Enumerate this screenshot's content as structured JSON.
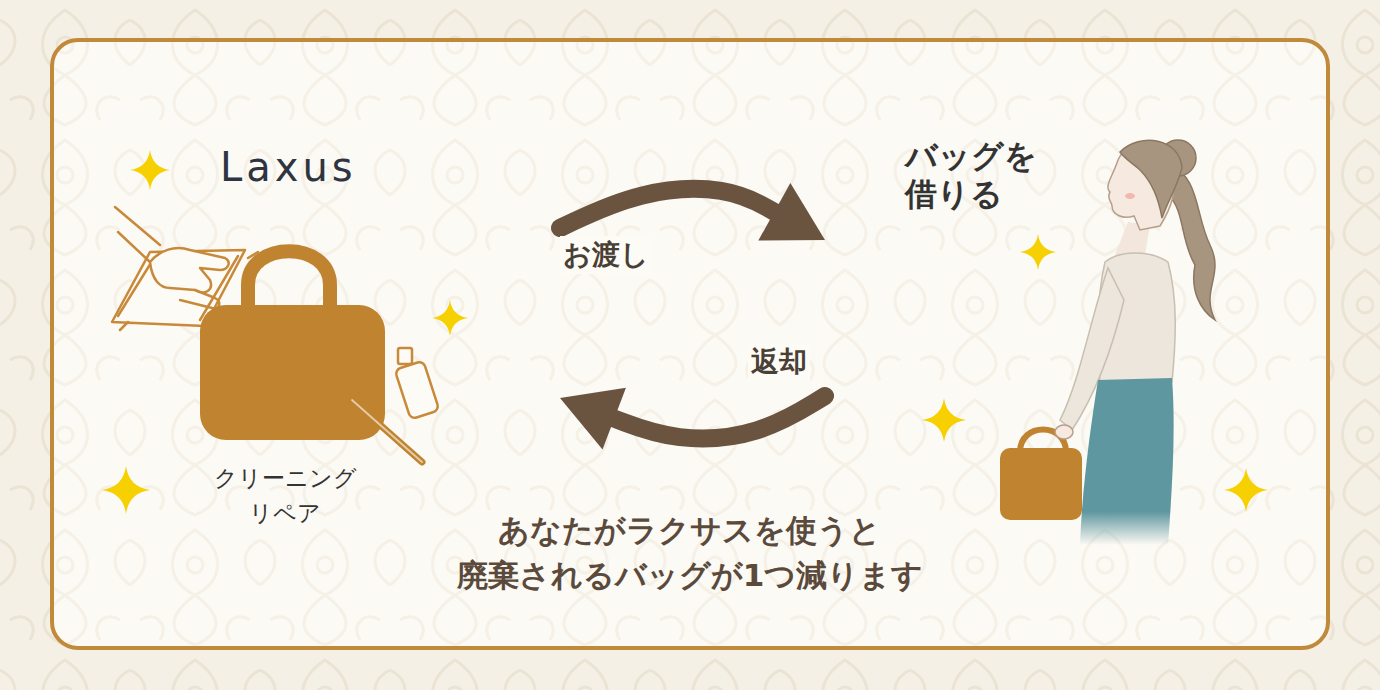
{
  "diagram": {
    "nodes": [
      {
        "text": [
          "あなたがラクサスを使うと 廃棄されるバッグが1つ減ります"
        ]
      },
      {
        "text": [
          "Laxus",
          "クリーニング リペア"
        ],
        "in": 0
      },
      {
        "text": [
          "バッグを 借りる"
        ],
        "in": 0
      }
    ],
    "edges": [
      {
        "from": 1,
        "to": 2,
        "arrow": "to",
        "label": "お渡し"
      },
      {
        "from": 2,
        "to": 1,
        "arrow": "to",
        "label": "返却"
      }
    ]
  }
}
